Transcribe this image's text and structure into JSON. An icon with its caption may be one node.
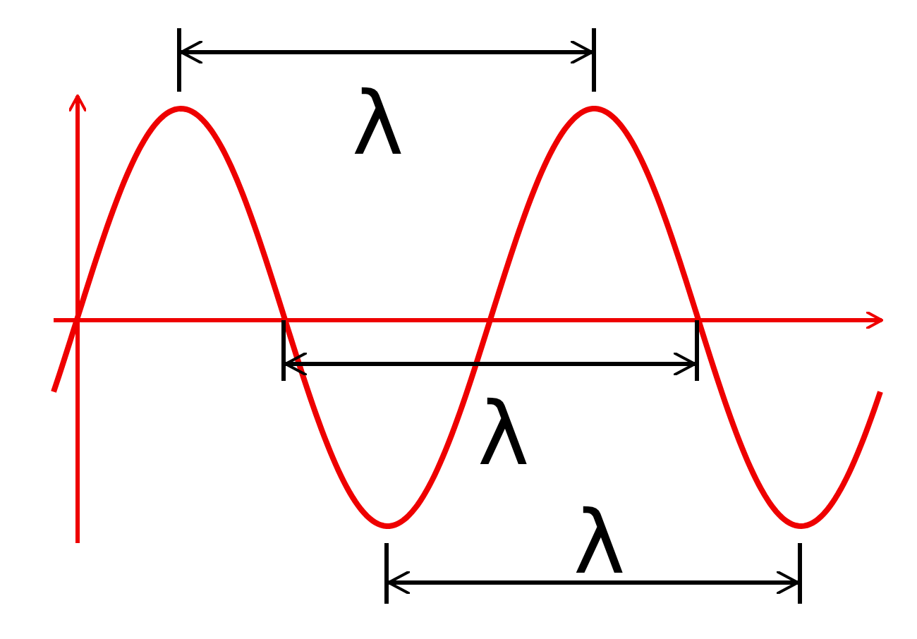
{
  "diagram": {
    "labels": [
      "λ",
      "λ",
      "λ"
    ]
  }
}
